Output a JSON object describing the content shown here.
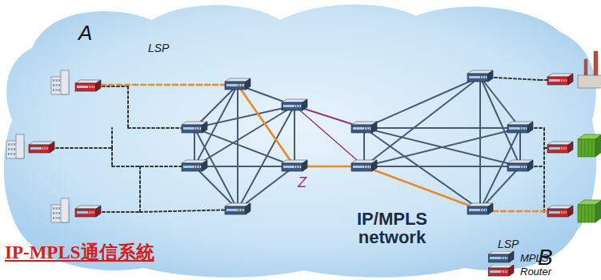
{
  "diagram": {
    "title": "IP-MPLS通信系統",
    "labels": [
      "A",
      "LSP",
      "Z",
      "IP/MPLS network",
      "LSP",
      "B"
    ],
    "legend": [
      {
        "text": "MPLS"
      },
      {
        "text": "Router"
      }
    ]
  }
}
